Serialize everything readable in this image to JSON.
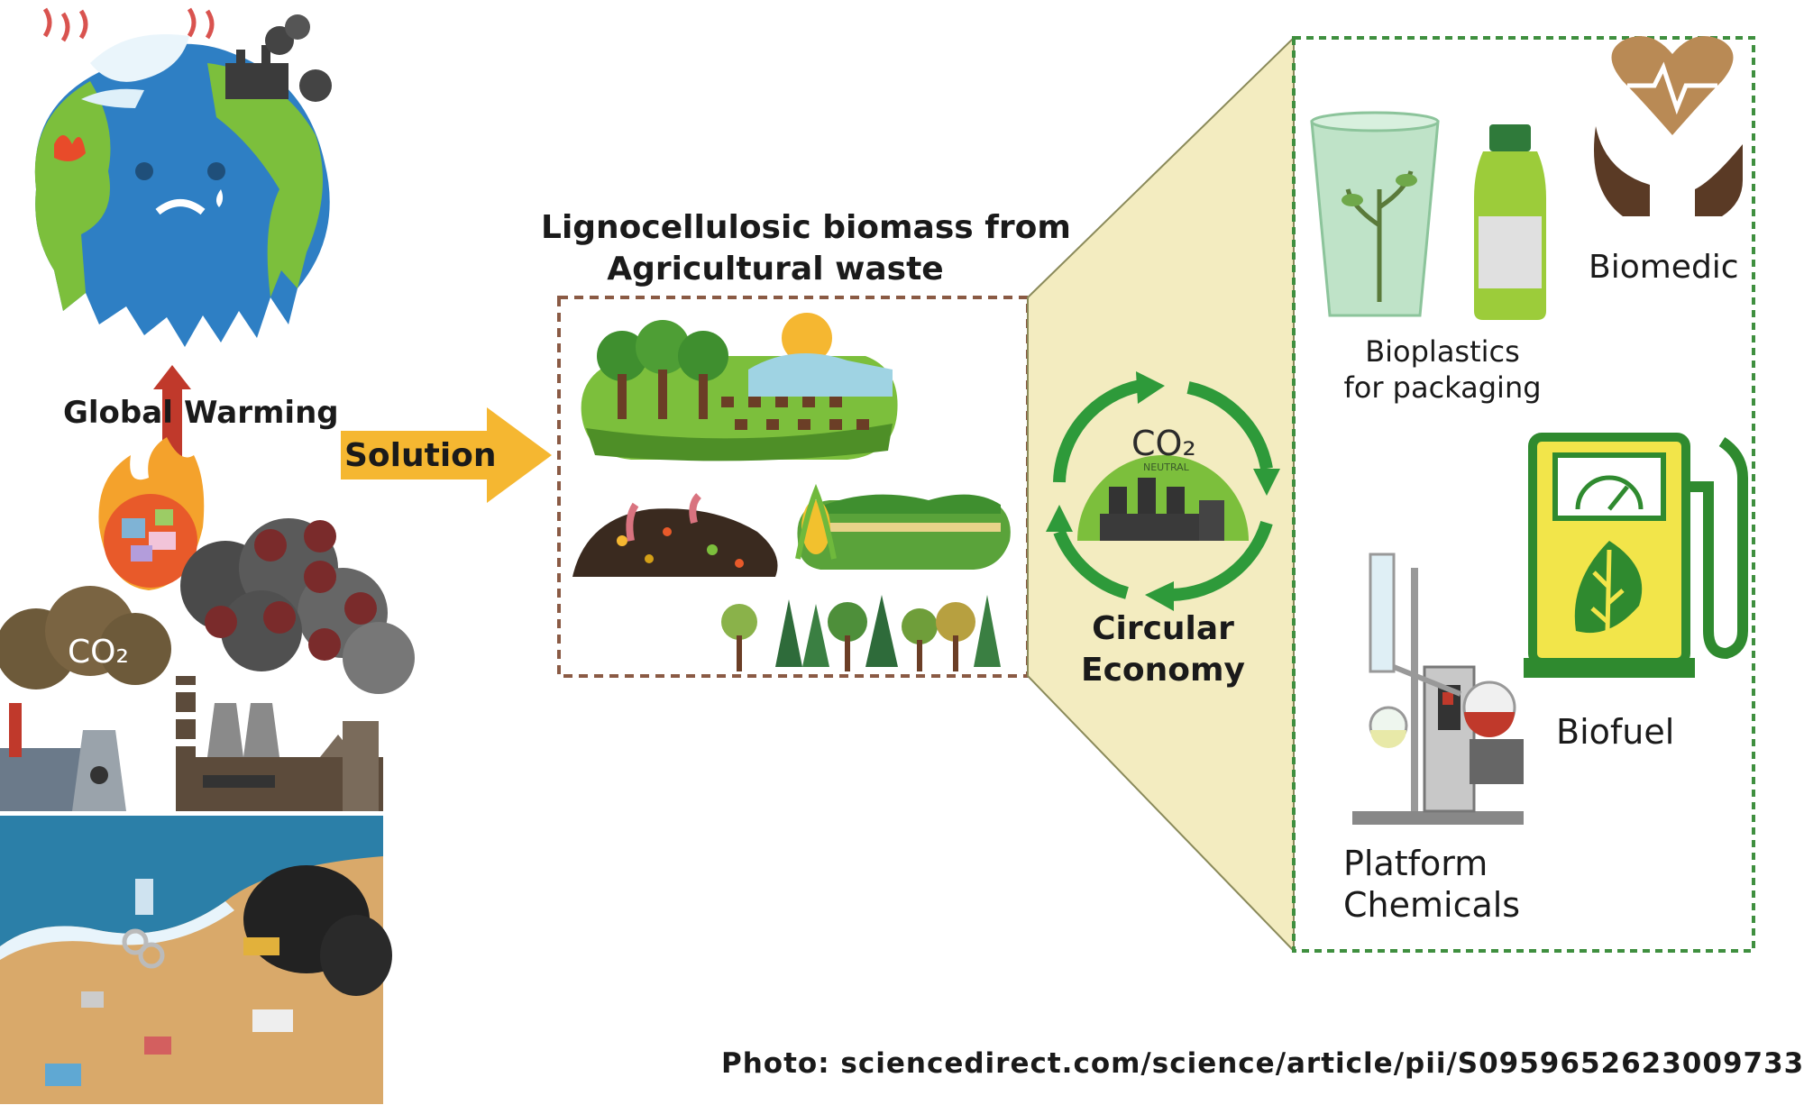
{
  "diagram": {
    "title_line1": "Lignocellulosic biomass from",
    "title_line2": "Agricultural waste",
    "global_warming_left": "Global",
    "global_warming_right": "Warming",
    "solution_label": "Solution",
    "circular_line1": "Circular",
    "circular_line2": "Economy",
    "co2_badge": "CO₂",
    "co2_cloud": "CO₂",
    "co2_center": "CO₂",
    "co2_center_sub": "NEUTRAL",
    "products": {
      "biomedical": "Biomedic",
      "bioplastics_line1": "Bioplastics",
      "bioplastics_line2": "for packaging",
      "biofuel": "Biofuel",
      "platform_line1": "Platform",
      "platform_line2": "Chemicals"
    },
    "credit": "Photo: sciencedirect.com/science/article/pii/S0959652623009733"
  },
  "colors": {
    "arrow_yellow": "#f5b731",
    "beige_panel": "#f3ecc0",
    "green_dark": "#2e8a3a",
    "dashed_brown": "#8a5a44",
    "dashed_green": "#3f8f3f",
    "ocean_blue": "#2e7fc4",
    "warming_red": "#c0392b"
  },
  "icons": [
    "earth-melting-icon",
    "fire-icon",
    "smoke-icon",
    "factory-icon",
    "beach-pollution-icon",
    "forest-icon",
    "compost-icon",
    "corn-field-icon",
    "trees-icon",
    "recycle-arrows-icon",
    "cup-icon",
    "bottle-icon",
    "heart-hands-icon",
    "fuel-pump-icon",
    "leaf-icon",
    "lab-apparatus-icon"
  ]
}
